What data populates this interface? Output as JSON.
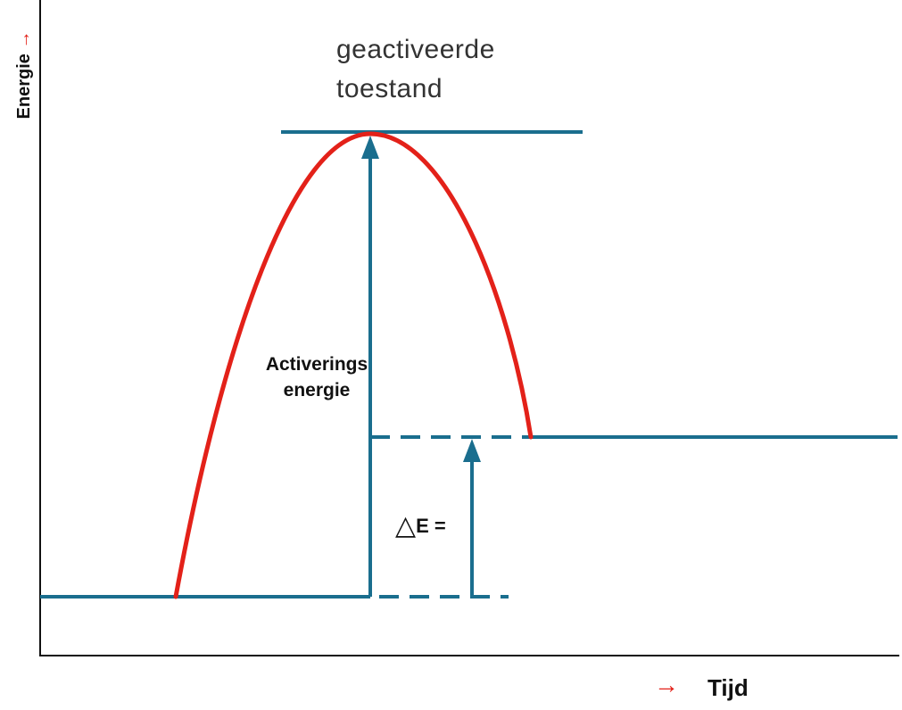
{
  "diagram": {
    "title_line1": "geactiveerde",
    "title_line2": "toestand",
    "activation_line1": "Activerings",
    "activation_line2": "energie",
    "delta_symbol": "△",
    "delta_text": "E =",
    "x_axis_label": "Tijd",
    "y_axis_label": "Energie",
    "arrow_glyph": "→",
    "colors": {
      "curve": "#e32119",
      "levels": "#1a6e8e",
      "axes": "#111111",
      "axis_arrow": "#e32119"
    }
  }
}
